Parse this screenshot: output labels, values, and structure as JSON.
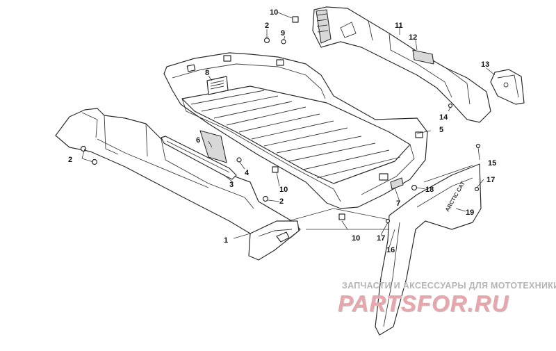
{
  "diagram": {
    "callouts": [
      "1",
      "2",
      "2",
      "2",
      "2",
      "3",
      "4",
      "5",
      "6",
      "7",
      "8",
      "9",
      "10",
      "10",
      "10",
      "11",
      "12",
      "13",
      "14",
      "15",
      "16",
      "17",
      "17",
      "18",
      "19"
    ]
  },
  "decals": {
    "right_panel_logo": "ARCTIC CAT"
  },
  "watermark": {
    "subtitle": "ЗАПЧАСТИ И АКСЕССУАРЫ ДЛЯ МОТОТЕХНИКИ",
    "brand": "PARTSFOR.RU"
  }
}
